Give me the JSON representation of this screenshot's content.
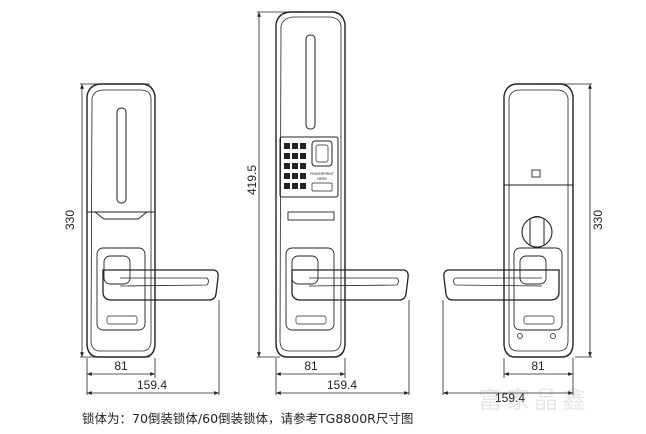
{
  "dimensions": {
    "left_height": "330",
    "left_width_small": "81",
    "left_width_total": "159.4",
    "center_height": "419.5",
    "center_width_small": "81",
    "center_width_total": "159.4",
    "right_height": "330",
    "right_width_small": "81",
    "right_width_total": "159.4"
  },
  "panel_labels": {
    "fingerprint_line1": "FINGERPRINT",
    "fingerprint_line2": "HERE"
  },
  "caption": "锁体为：70倒装锁体/60倒装锁体，请参考TG8800R尺寸图",
  "watermark": "富家晶鑫"
}
